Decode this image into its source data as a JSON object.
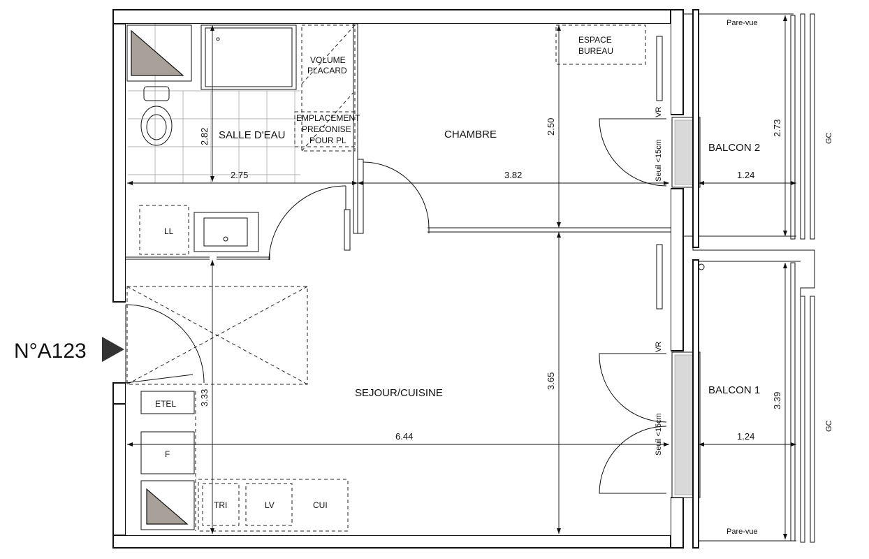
{
  "apartment_number": "N°A123",
  "rooms": {
    "salle_deau": "SALLE D'EAU",
    "chambre": "CHAMBRE",
    "sejour_cuisine": "SEJOUR/CUISINE",
    "balcon_1": "BALCON 1",
    "balcon_2": "BALCON 2"
  },
  "fixtures": {
    "volume_placard_line1": "VOLUME",
    "volume_placard_line2": "PLACARD",
    "emplacement_line1": "EMPLACEMENT",
    "emplacement_line2": "PRECONISE",
    "emplacement_line3": "POUR PL",
    "espace_bureau_line1": "ESPACE",
    "espace_bureau_line2": "BUREAU",
    "ll": "LL",
    "etel": "ETEL",
    "f": "F",
    "tri": "TRI",
    "lv": "LV",
    "cui": "CUI",
    "vr_top": "VR",
    "vr_bottom": "VR",
    "seuil_top": "Seuil <15cm",
    "seuil_bottom": "Seuil <15cm",
    "gc_top": "GC",
    "gc_bottom": "GC",
    "pare_vue_top": "Pare-vue",
    "pare_vue_bottom": "Pare-vue"
  },
  "dimensions": {
    "salle_width": "2.75",
    "salle_height": "2.82",
    "chambre_width": "3.82",
    "chambre_height": "2.50",
    "sejour_width": "6.44",
    "sejour_height": "3.65",
    "entry_height": "3.33",
    "balcon2_width": "1.24",
    "balcon2_height": "2.73",
    "balcon1_width": "1.24",
    "balcon1_height": "3.39"
  }
}
